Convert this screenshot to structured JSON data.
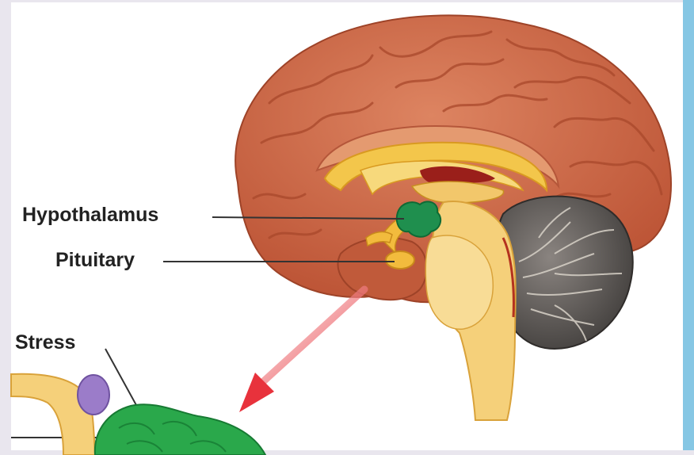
{
  "labels": {
    "hypothalamus": "Hypothalamus",
    "pituitary": "Pituitary",
    "stress": "Stress"
  },
  "colors": {
    "cerebrum": "#c9613f",
    "cerebrum_light": "#d97a55",
    "corpus_callosum": "#f3c64b",
    "brainstem": "#f5d07a",
    "cerebellum": "#5a5653",
    "hypothalamus": "#1f8f4e",
    "adrenal_green": "#2aa84b",
    "gland_purple": "#9b7cc9",
    "arrow": "#e8323c",
    "frame_right": "#86c7e4"
  }
}
